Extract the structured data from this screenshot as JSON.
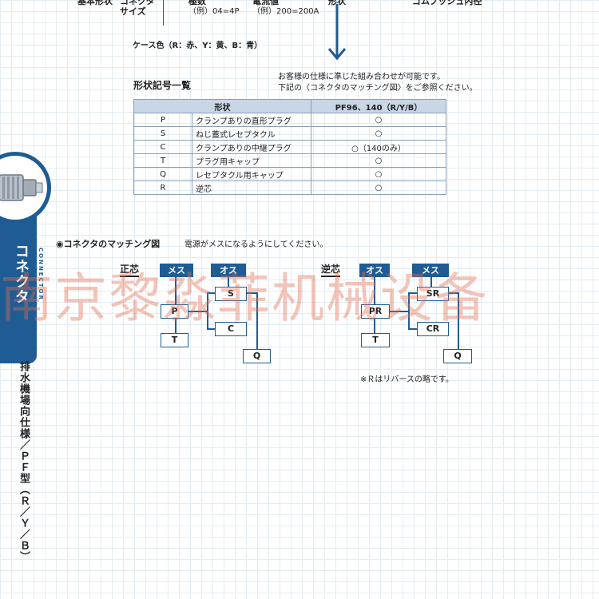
{
  "top_specs": {
    "basic_shape": "基本形状",
    "connector_size_1": "コネクタ",
    "connector_size_2": "サイズ",
    "poles": "極数",
    "poles_example": "（例）04=4P",
    "current": "電流値",
    "current_example": "（例）200=200A",
    "shape": "形状",
    "bushing": "ゴムブッシュ内径",
    "case_color": "ケース色（R：赤、Y：黄、B：青）"
  },
  "notes": {
    "line1": "お客様の仕様に準じた組み合わせが可能です。",
    "line2": "下記の〈コネクタのマッチング図〉をご参照ください。"
  },
  "table": {
    "title": "形状記号一覧",
    "header_shape": "形状",
    "header_model": "PF96、140（R/Y/B）",
    "rows": [
      {
        "code": "P",
        "name": "クランプありの直形プラグ",
        "mark": "○"
      },
      {
        "code": "S",
        "name": "ねじ蓋式レセプタクル",
        "mark": "○"
      },
      {
        "code": "C",
        "name": "クランプありの中継プラグ",
        "mark": "○（140のみ）"
      },
      {
        "code": "T",
        "name": "プラグ用キャップ",
        "mark": "○"
      },
      {
        "code": "Q",
        "name": "レセプタクル用キャップ",
        "mark": "○"
      },
      {
        "code": "R",
        "name": "逆芯",
        "mark": "○"
      }
    ]
  },
  "matching": {
    "title": "◉コネクタのマッチング図",
    "subtitle": "電源がメスになるようにしてください。",
    "normal_label": "正芯",
    "reverse_label": "逆芯",
    "female": "メス",
    "male": "オス",
    "normal": {
      "p": "P",
      "t": "T",
      "s": "S",
      "c": "C",
      "q": "Q"
    },
    "reverse": {
      "pr": "PR",
      "t": "T",
      "sr": "SR",
      "cr": "CR",
      "q": "Q"
    },
    "footnote": "※Ｒはリバースの略です。"
  },
  "side": {
    "category_jp": "コネクタ",
    "category_en": "CONNECTOR",
    "product": "排水機場向仕様／ＰＦ型（Ｒ／Ｙ／Ｂ）"
  },
  "watermark": "南京黎淼菲机械设备",
  "colors": {
    "brand_blue": "#1f5c94",
    "table_header": "#c9d6e6"
  }
}
